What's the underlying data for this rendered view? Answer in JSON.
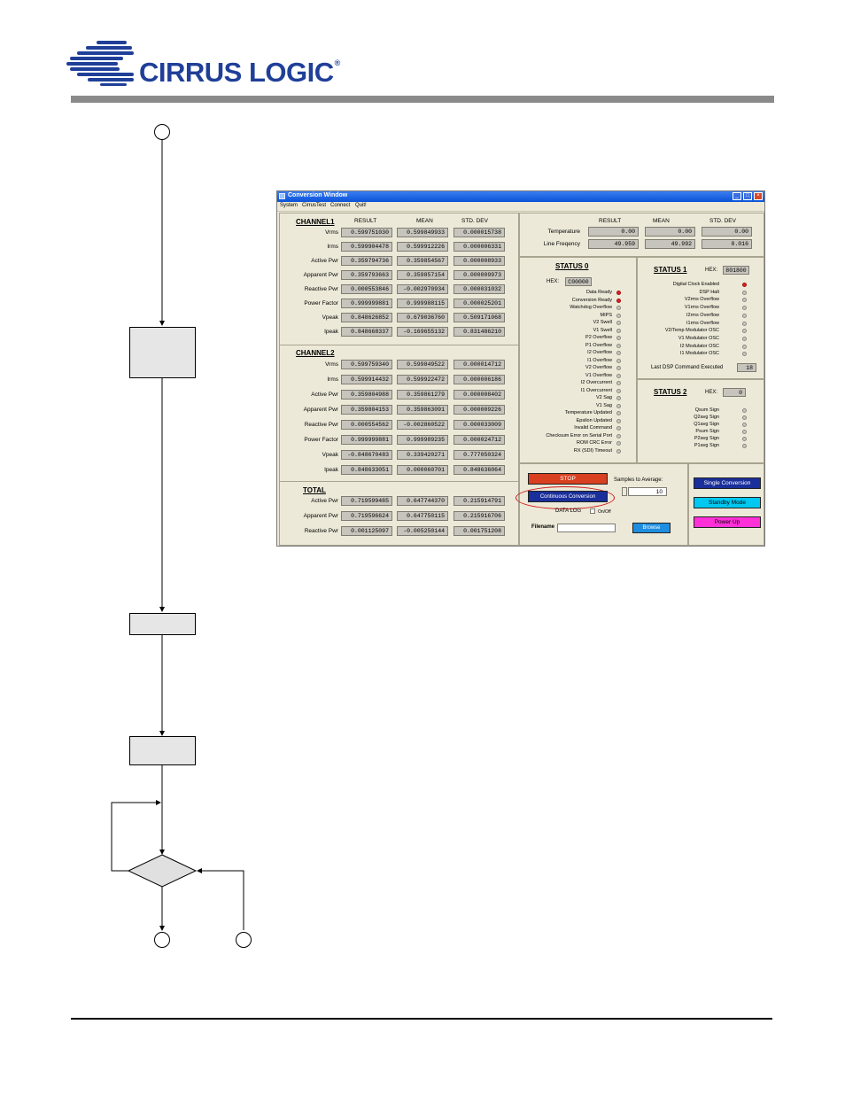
{
  "header": {
    "brand": "CIRRUS LOGIC",
    "reg": "®"
  },
  "window": {
    "title": "Conversion Window",
    "menu": [
      "System",
      "CirrusTest",
      "Connect",
      "Quit!"
    ],
    "col_headers": [
      "RESULT",
      "MEAN",
      "STD. DEV"
    ],
    "channel1": {
      "title": "CHANNEL1",
      "rows": [
        {
          "label": "Vrms",
          "result": "0.599751030",
          "mean": "0.599849933",
          "std": "0.000015738"
        },
        {
          "label": "Irms",
          "result": "0.599904478",
          "mean": "0.599912226",
          "std": "0.000006331"
        },
        {
          "label": "Active Pwr",
          "result": "0.359794736",
          "mean": "0.359854567",
          "std": "0.000008933"
        },
        {
          "label": "Apparent Pwr",
          "result": "0.359793663",
          "mean": "0.359857154",
          "std": "0.000009973"
        },
        {
          "label": "Reactive Pwr",
          "result": "0.000553846",
          "mean": "-0.002970934",
          "std": "0.000031032"
        },
        {
          "label": "Power Factor",
          "result": "0.999999881",
          "mean": "0.999988115",
          "std": "0.000025201"
        },
        {
          "label": "Vpeak",
          "result": "0.848626852",
          "mean": "0.679036760",
          "std": "0.509171068"
        },
        {
          "label": "Ipeak",
          "result": "0.848668337",
          "mean": "-0.169655132",
          "std": "0.831486210"
        }
      ]
    },
    "channel2": {
      "title": "CHANNEL2",
      "rows": [
        {
          "label": "Vrms",
          "result": "0.599759340",
          "mean": "0.599849522",
          "std": "0.000014712"
        },
        {
          "label": "Irms",
          "result": "0.599914432",
          "mean": "0.599922472",
          "std": "0.000006186"
        },
        {
          "label": "Active Pwr",
          "result": "0.359804988",
          "mean": "0.359861279",
          "std": "0.000008402"
        },
        {
          "label": "Apparent Pwr",
          "result": "0.359804153",
          "mean": "0.359863091",
          "std": "0.000009226"
        },
        {
          "label": "Reactive Pwr",
          "result": "0.000554562",
          "mean": "-0.002860522",
          "std": "0.000033009"
        },
        {
          "label": "Power Factor",
          "result": "0.999999881",
          "mean": "0.999989235",
          "std": "0.000024712"
        },
        {
          "label": "Vpeak",
          "result": "-0.848670483",
          "mean": "0.339420271",
          "std": "0.777050324"
        },
        {
          "label": "Ipeak",
          "result": "0.848633051",
          "mean": "0.000060701",
          "std": "0.848636064"
        }
      ]
    },
    "total": {
      "title": "TOTAL",
      "rows": [
        {
          "label": "Active Pwr",
          "result": "0.719599485",
          "mean": "0.647744370",
          "std": "0.215914791"
        },
        {
          "label": "Apparent Pwr",
          "result": "0.719596624",
          "mean": "0.647750115",
          "std": "0.215916706"
        },
        {
          "label": "Reactive Pwr",
          "result": "0.001125097",
          "mean": "-0.005250144",
          "std": "0.001751208"
        }
      ]
    },
    "env": {
      "rows": [
        {
          "label": "Temperature",
          "result": "0.00",
          "mean": "0.00",
          "std": "0.00"
        },
        {
          "label": "Line Freqency",
          "result": "49.959",
          "mean": "49.992",
          "std": "0.016"
        }
      ]
    },
    "status0": {
      "title": "STATUS 0",
      "hex_label": "HEX:",
      "hex": "C00000",
      "items": [
        {
          "label": "Data Ready",
          "on": true
        },
        {
          "label": "Conversion Ready",
          "on": true
        },
        {
          "label": "Watchdog Overflow",
          "on": false
        },
        {
          "label": "MIPS",
          "on": false
        },
        {
          "label": "V2 Swell",
          "on": false
        },
        {
          "label": "V1 Swell",
          "on": false
        },
        {
          "label": "P2 Overflow",
          "on": false
        },
        {
          "label": "P1 Overflow",
          "on": false
        },
        {
          "label": "I2 Overflow",
          "on": false
        },
        {
          "label": "I1 Overflow",
          "on": false
        },
        {
          "label": "V2 Overflow",
          "on": false
        },
        {
          "label": "V1 Overflow",
          "on": false
        },
        {
          "label": "I2 Overcurrent",
          "on": false
        },
        {
          "label": "I1 Overcurrent",
          "on": false
        },
        {
          "label": "V2 Sag",
          "on": false
        },
        {
          "label": "V1 Sag",
          "on": false
        },
        {
          "label": "Temperature Updated",
          "on": false
        },
        {
          "label": "Epsilon Updated",
          "on": false
        },
        {
          "label": "Invalid Command",
          "on": false
        },
        {
          "label": "Checksum Error on Serial Port",
          "on": false
        },
        {
          "label": "ROM CRC Error",
          "on": false
        },
        {
          "label": "RX (SDI) Timeout",
          "on": false
        }
      ]
    },
    "status1": {
      "title": "STATUS 1",
      "hex_label": "HEX:",
      "hex": "801800",
      "items": [
        {
          "label": "Digital Clock Enabled",
          "on": true
        },
        {
          "label": "DSP Halt",
          "on": false
        },
        {
          "label": "V2rms Overflow",
          "on": false
        },
        {
          "label": "V1rms Overflow",
          "on": false
        },
        {
          "label": "I2rms Overflow",
          "on": false
        },
        {
          "label": "I1rms Overflow",
          "on": false
        },
        {
          "label": "V2/Temp Modulator OSC",
          "on": false
        },
        {
          "label": "V1 Modulator OSC",
          "on": false
        },
        {
          "label": "I2 Modulator OSC",
          "on": false
        },
        {
          "label": "I1 Modulator OSC",
          "on": false
        }
      ],
      "last_cmd_label": "Last DSP Command Executed",
      "last_cmd": "18"
    },
    "status2": {
      "title": "STATUS 2",
      "hex_label": "HEX:",
      "hex": "0",
      "items": [
        {
          "label": "Qsum Sign",
          "on": false
        },
        {
          "label": "Q2avg Sign",
          "on": false
        },
        {
          "label": "Q1avg Sign",
          "on": false
        },
        {
          "label": "Psum Sign",
          "on": false
        },
        {
          "label": "P2avg Sign",
          "on": false
        },
        {
          "label": "P1avg Sign",
          "on": false
        }
      ]
    },
    "controls": {
      "stop": "STOP",
      "continuous": "Continuous Conversion",
      "samples_label": "Samples to Average:",
      "samples": "10",
      "datalog_label": "DATA LOG",
      "onoff": "On/Off",
      "filename_label": "Filename",
      "filename": "",
      "browse": "Browse",
      "single": "Single Conversion",
      "standby": "Standby Mode",
      "powerup": "Power Up"
    },
    "colors": {
      "stop": "#d84020",
      "continuous": "#1a2f9a",
      "single": "#1a2f9a",
      "standby": "#00c8f0",
      "powerup": "#ff30d8",
      "highlight": "#d01818"
    }
  }
}
